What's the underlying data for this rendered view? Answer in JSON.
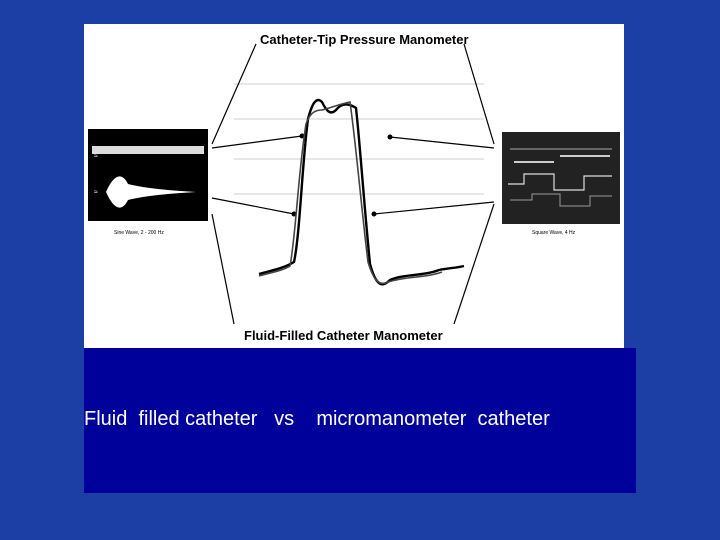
{
  "figure": {
    "title_top": "Catheter-Tip Pressure Manometer",
    "title_bottom": "Fluid-Filled Catheter Manometer",
    "left_inset_caption": "Sine Wave, 2 - 200 Hz",
    "right_inset_caption": "Square Wave, 4 Hz"
  },
  "caption": {
    "text": "Fluid  filled catheter   vs    micromanometer  catheter"
  },
  "colors": {
    "slide_background": "#1c3fa6",
    "caption_background": "#00009a",
    "caption_text": "#ffffff"
  }
}
